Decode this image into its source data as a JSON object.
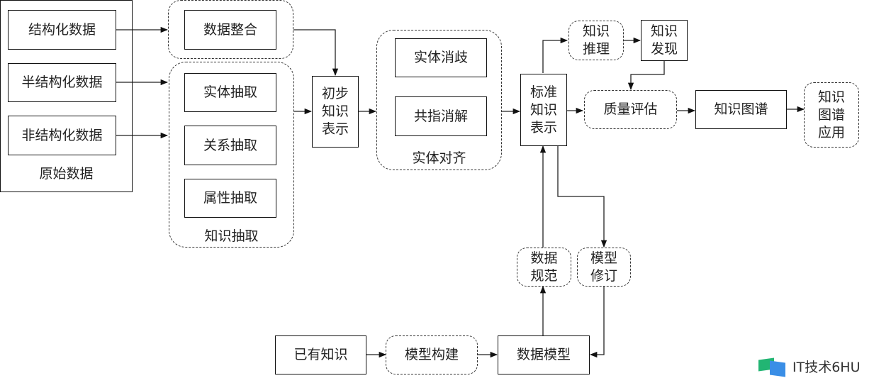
{
  "raw_data": {
    "caption": "原始数据",
    "items": [
      "结构化数据",
      "半结构化数据",
      "非结构化数据"
    ]
  },
  "data_integration": "数据整合",
  "knowledge_extraction": {
    "caption": "知识抽取",
    "items": [
      "实体抽取",
      "关系抽取",
      "属性抽取"
    ]
  },
  "initial_representation": "初步\n知识\n表示",
  "entity_alignment": {
    "caption": "实体对齐",
    "items": [
      "实体消歧",
      "共指消解"
    ]
  },
  "standard_representation": "标准\n知识\n表示",
  "knowledge_reasoning": "知识\n推理",
  "knowledge_discovery": "知识\n发现",
  "quality_assessment": "质量评估",
  "knowledge_graph": "知识图谱",
  "kg_application": "知识\n图谱\n应用",
  "data_standard": "数据\n规范",
  "model_revision": "模型\n修订",
  "existing_knowledge": "已有知识",
  "model_building": "模型构建",
  "data_model": "数据模型",
  "watermark": "IT技术6HU"
}
